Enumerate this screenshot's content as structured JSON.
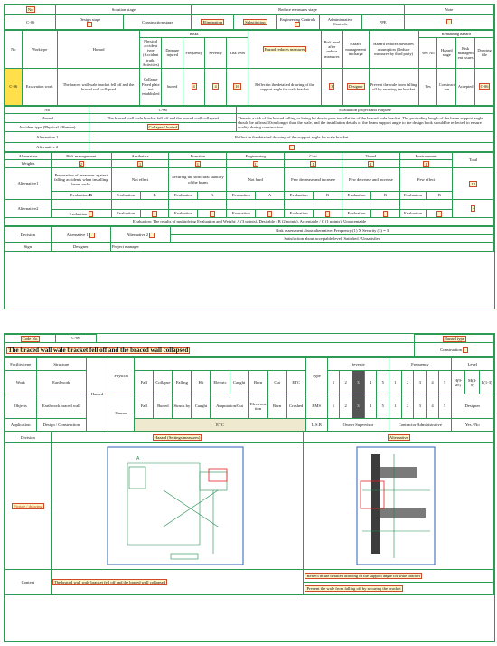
{
  "sheetA": {
    "no_label": "No",
    "no_value": "C-06",
    "solution_stage": "Solution stage",
    "design_stage": "Design stage",
    "construction_stage": "Construction stage",
    "reduce_stage": "Reduce measures stage",
    "elimination": "Elimination",
    "substitution": "Substitution",
    "engineering_controls": "Engineering Controls",
    "administrative_controls": "Administrative Controls",
    "ppe": "PPE",
    "note": "Note",
    "risks": "Risks",
    "remaining_hazard": "Remaining hazard",
    "col_no": "No",
    "col_worktype": "Worktype",
    "col_hazard": "Hazard",
    "col_physical": "Physical accident type (Accident truth, Activities)",
    "col_damage": "Damage injured",
    "col_frequency": "Frequency",
    "col_severity": "Severity",
    "col_risk_level": "Risk level",
    "col_hazard_reduces": "Hazard reduces measures",
    "col_risk_after": "Risk level after reduce measures",
    "col_manager": "Hazard management in charge",
    "col_hazard_measures": "Hazard reduces measures assumption (Reduce measures by third party)",
    "col_yes_no": "Yes/ No",
    "col_hazard_stage": "Hazard stage",
    "col_risk_mgmt": "Risk management issues",
    "col_drawing_file": "Drawing file",
    "row": {
      "no": "C-06",
      "worktype": "Excavation work",
      "hazard": "The braced wall wale bracket fell off and the braced wall collapsed",
      "physical": "Collapse",
      "physical2": "Fixed plate not established",
      "damage": "buried",
      "frequency": "4",
      "severity": "4",
      "risk": "16",
      "measures": "Reflect in the detailed drawing of the support angle for wale bracket",
      "risk_after": "3",
      "manager": "Designer",
      "assumption": "Prevent the wale from falling off by securing the bracket",
      "yes_no": "Yes",
      "stage": "Construction",
      "mgmt": "Accepted",
      "file": "C-06"
    },
    "eval_no_label": "No",
    "eval_no_value": "C-06",
    "eval_purpose": "Evaluation project and Purpose",
    "hazard_label": "Hazard",
    "hazard_text": "The braced wall wale bracket fell off and the braced wall collapsed",
    "hazard_desc": "There is a risk of the braced falling or being hit due to poor installation of the braced wale bracket. The protruding length of the beam support angle should be at least 10cm longer than the wale, and the installation details of the beam support angle to the design book should be reflected to ensure quality during construction.",
    "accident_label": "Accident type (Physical / Human)",
    "accident_value": "Collapse / buried",
    "alt1_label": "Alternative 1",
    "alt1_text": "Reflect in the detailed drawing of the support angle for wale bracket",
    "alt2_label": "Alternative 2",
    "alt2_text": "-",
    "criteria": [
      "Alternative",
      "Risk management",
      "Aesthetics",
      "Function",
      "Engineering",
      "Cost",
      "Timed",
      "Environment",
      "Total"
    ],
    "weights_label": "Weights",
    "weights": [
      "2",
      "1",
      "1",
      "1",
      "1",
      "1",
      "1"
    ],
    "alt1_row_label": "Alternative1",
    "alt1_desc": [
      "Preparation of measures against falling accidents when installing beam racks",
      "Not effect",
      "Securing the structural stability of the beam",
      "Not hard",
      "Few decrease and increase",
      "Few decrease and increase",
      "Few effect"
    ],
    "alt1_eval": [
      "B",
      "B",
      "A",
      "A",
      "B",
      "B",
      "B"
    ],
    "alt1_total": "18",
    "alt2_row_label": "Alternative2",
    "alt2_desc": [
      "-",
      "-",
      "-",
      "-",
      "-",
      "-",
      "-"
    ],
    "alt2_eval": [
      "-",
      "-",
      "-",
      "-",
      "-",
      "-",
      "-"
    ],
    "alt2_total": "-",
    "evaluation_word": "Evaluation",
    "eval_note": "Evaluation: The results of multiplying Evaluation and Weight: A (3 points), Desirable / B (2 points), Acceptable / C (1 points), Unacceptable",
    "decision_label": "Decision",
    "decision_alt1": "Alternative 1",
    "decision_alt2": "Alternative 2",
    "risk_reassess": "Risk assessment about alternative: Frequency (1) X Severity (3) = 3",
    "satisfaction": "Satisfaction about acceptable level: Satisfied / Unsatisfied",
    "sign_label": "Sign",
    "sign_designer": "Designer",
    "sign_pm": "Project manager"
  },
  "sheetB": {
    "code_label": "Code No.",
    "code_value": "C-06",
    "title": "The braced wall wale bracket fell off and the braced wall collapsed",
    "hazard_type": "Hazard type",
    "construction": "Construction",
    "design": "Design",
    "level": "Level",
    "facility_label": "Facility type",
    "facility_value": "Structure",
    "work_label": "Work",
    "work_value": "Earthwork",
    "objects_label": "Objects",
    "objects_value": "Earthwork braced wall",
    "application_label": "Application",
    "app_design": "Design",
    "app_construction": "Construction",
    "hazard_label": "Hazard",
    "physical_label": "Physical",
    "human_label": "Human",
    "physical_items": [
      "Fall",
      "Collapse",
      "Falling",
      "Hit",
      "Electric",
      "Caught",
      "Burn",
      "Cut",
      "ETC"
    ],
    "human_items": [
      "Fall",
      "Buried",
      "Struck by",
      "Caught",
      "Amputation/Cut",
      "Electrocution",
      "Burn",
      "Crushed",
      "ETC"
    ],
    "type_label": "Type",
    "severity_label": "Severity",
    "frequency_label": "Frequency",
    "risk_rows": [
      "RMS",
      "U.S.B"
    ],
    "level_values": [
      "H(9-25)",
      "M(4-8)",
      "L(1-3)"
    ],
    "manager_items": [
      "Designer",
      "Owner",
      "Supervisor",
      "Contractor",
      "Administrative",
      "ETC"
    ],
    "yes_label": "Yes",
    "no_label": "No",
    "division_label": "Division",
    "hazard_col": "Hazard (Settings measures)",
    "alternative_col": "Alternative",
    "drawing_label": "Picture / drawing",
    "content_label": "Content",
    "content_hazard": "The braced wall wale bracket fell off and the braced wall collapsed",
    "content_alt1": "Reflect in the detailed drawing of the support angle for wale bracket",
    "content_alt2": "Prevent the wale from falling off by securing the bracket"
  }
}
